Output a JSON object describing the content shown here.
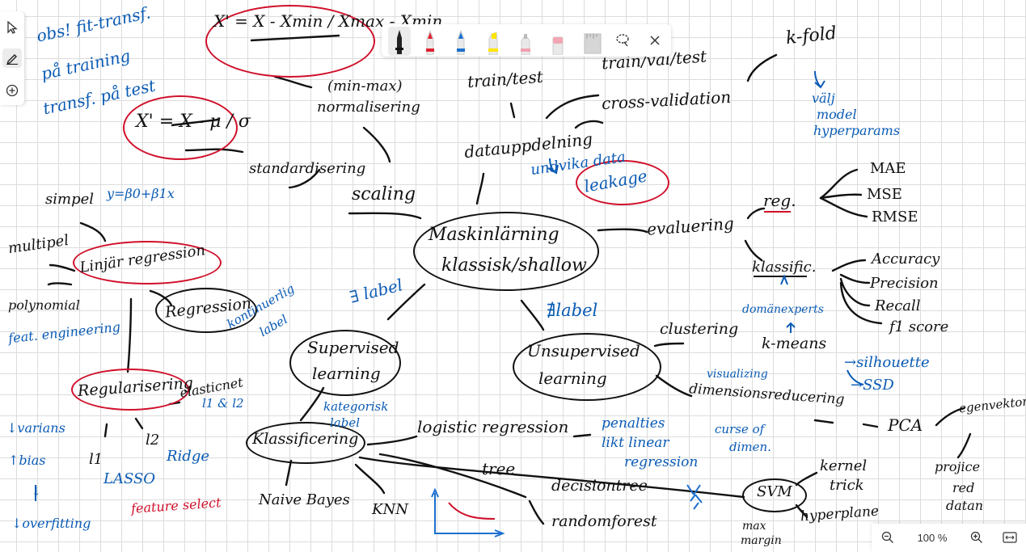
{
  "toolbar": {
    "pens": [
      {
        "name": "black-pen",
        "color": "#111111"
      },
      {
        "name": "red-pen",
        "color": "#e02030"
      },
      {
        "name": "blue-pen",
        "color": "#1a6fd0"
      },
      {
        "name": "yellow-highlighter",
        "color": "#ffe600"
      },
      {
        "name": "pink-highlighter",
        "color": "#f0a0b0"
      },
      {
        "name": "eraser",
        "color": "#f2a6b4"
      },
      {
        "name": "ruler",
        "color": "#c8c8c8"
      }
    ],
    "lasso_icon": "lasso-icon",
    "close_icon": "close-icon"
  },
  "left_rail": {
    "tools": [
      "select-arrow-icon",
      "pen-icon",
      "add-icon"
    ]
  },
  "zoom": {
    "zoom_out_icon": "zoom-out-icon",
    "level": "100 %",
    "zoom_in_icon": "zoom-in-icon",
    "fit_icon": "fit-width-icon"
  },
  "ink": {
    "center": [
      "Maskinlärning",
      "klassisk/shallow"
    ],
    "scaling": "scaling",
    "minmax": "(min-max)",
    "normalising": "normalisering",
    "standardising": "standardisering",
    "minmax_formula": "X' = X - Xmin / Xmax - Xmin",
    "std_formula": "X' = X - μ / σ",
    "obs_note": [
      "obs! fit-transf.",
      "på training",
      "transf. på test"
    ],
    "datasplit": "datauppdelning",
    "train_test": "train/test",
    "train_val_test": "train/val/test",
    "cross_validation": "cross-validation",
    "kfold": "k-fold",
    "kfold_note": [
      "välj",
      "model",
      "hyperparams"
    ],
    "avoid_note": "undvika data",
    "leakage": "leakage",
    "evaluation": "evaluering",
    "reg": "reg.",
    "reg_metrics": [
      "MAE",
      "MSE",
      "RMSE"
    ],
    "classif": "klassific.",
    "class_metrics": [
      "Accuracy",
      "Precision",
      "Recall",
      "f1 score"
    ],
    "simple": "simpel",
    "simple_eq": "y=β0+β1x",
    "multiple": "multipel",
    "polynomial": "polynomial",
    "feat_eng": "feat. engineering",
    "linear_reg": "Linjär regression",
    "regression": "Regression",
    "continuous": [
      "kontinuerlig",
      "label"
    ],
    "exists_label": "∃ label",
    "supervised": [
      "Supervised",
      "learning"
    ],
    "regularization": "Regularisering",
    "elasticnet": "elasticnet",
    "l1l2": "l1 & l2",
    "l1": "l1",
    "l2": "l2",
    "lasso": "LASSO",
    "ridge": "Ridge",
    "variance": "↓varians",
    "bias": "↑bias",
    "arrow_down": "↓",
    "overfit": "↓overfitting",
    "feature_select": "feature select",
    "classification": "Klassificering",
    "categorical": [
      "kategorisk",
      "label"
    ],
    "logistic": "logistic regression",
    "penalties": [
      "penalties",
      "likt linear",
      "regression"
    ],
    "naive": "Naive Bayes",
    "knn": "KNN",
    "tree": "tree",
    "decisiontree": "decisiontree",
    "randomforest": "randomforest",
    "svm": "SVM",
    "kernel": [
      "kernel",
      "trick"
    ],
    "hyperplane": "hyperplane",
    "maxmargin": [
      "max",
      "margin"
    ],
    "not_label": "∄label",
    "unsupervised": [
      "Unsupervised",
      "learning"
    ],
    "clustering": "clustering",
    "kmeans": "k-means",
    "domain_experts": "domänexperts",
    "silhouette": "→silhouette",
    "ssd": "→SSD",
    "visualising": "visualizing",
    "dimred": "dimensionsreducering",
    "curse": [
      "curse of",
      "dimen."
    ],
    "pca": "PCA",
    "eigenvectors": "egenvektor",
    "projected": [
      "projice",
      "red",
      "datan"
    ]
  }
}
